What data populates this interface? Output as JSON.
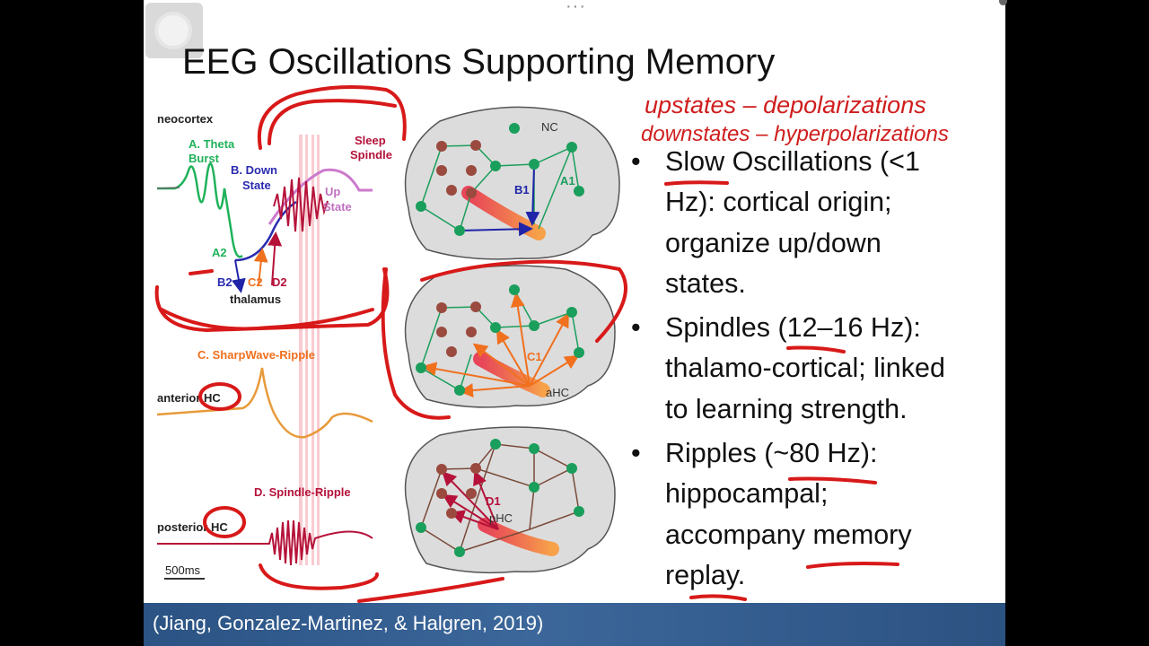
{
  "slide": {
    "title": "EEG Oscillations Supporting Memory",
    "bullets": [
      {
        "lines": [
          "Slow Oscillations (<1",
          "Hz): cortical origin;",
          "organize up/down",
          "states."
        ]
      },
      {
        "lines": [
          "Spindles (12–16 Hz):",
          "thalamo-cortical; linked",
          "to learning strength."
        ]
      },
      {
        "lines": [
          "Ripples (~80 Hz):",
          "hippocampal;",
          "accompany memory",
          "replay."
        ]
      }
    ],
    "bullet_symbol": "•",
    "citation": "(Jiang, Gonzalez-Martinez, & Halgren, 2019)",
    "handwritten_notes": [
      "upstates – depolarizations",
      "downstates – hyperpolarizations"
    ]
  },
  "figure": {
    "labels": {
      "neocortex": "neocortex",
      "theta_a": "A. Theta",
      "theta_b": "Burst",
      "down_a": "B. Down",
      "down_b": "State",
      "sleep_a": "Sleep",
      "sleep_b": "Spindle",
      "up_a": "Up",
      "up_b": "State",
      "a2": "A2",
      "b2": "B2",
      "c2": "C2",
      "d2": "D2",
      "thalamus": "thalamus",
      "swr": "C. SharpWave-Ripple",
      "anterior": "anterior HC",
      "spindle_ripple": "D. Spindle-Ripple",
      "posterior": "posterior HC",
      "scale": "500ms",
      "nc": "NC",
      "b1": "B1",
      "a1": "A1",
      "c1": "C1",
      "ahc": "aHC",
      "d1": "D1",
      "phc": "pHC"
    },
    "colors": {
      "green": "#1a9e5c",
      "brown": "#9a4a3e",
      "orange": "#f0701e",
      "blue": "#1f24a8",
      "crimson": "#b5123a",
      "pen": "#d81919"
    }
  }
}
